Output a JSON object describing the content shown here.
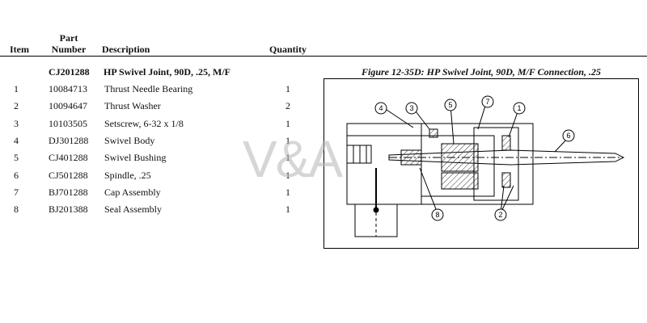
{
  "header": {
    "item": "Item",
    "part_line1": "Part",
    "part_line2": "Number",
    "description": "Description",
    "quantity": "Quantity"
  },
  "assembly": {
    "part_number": "CJ201288",
    "description": "HP Swivel Joint, 90D, .25, M/F"
  },
  "figure": {
    "caption": "Figure 12-35D:  HP Swivel Joint, 90D, M/F Connection, .25",
    "callouts": [
      "1",
      "2",
      "3",
      "4",
      "5",
      "6",
      "7",
      "8"
    ]
  },
  "parts": [
    {
      "item": "1",
      "part": "10084713",
      "desc": "Thrust Needle Bearing",
      "qty": "1"
    },
    {
      "item": "2",
      "part": "10094647",
      "desc": "Thrust Washer",
      "qty": "2"
    },
    {
      "item": "3",
      "part": "10103505",
      "desc": "Setscrew, 6-32 x 1/8",
      "qty": "1"
    },
    {
      "item": "4",
      "part": "DJ301288",
      "desc": "Swivel Body",
      "qty": "1"
    },
    {
      "item": "5",
      "part": "CJ401288",
      "desc": "Swivel Bushing",
      "qty": "1"
    },
    {
      "item": "6",
      "part": "CJ501288",
      "desc": "Spindle, .25",
      "qty": "1"
    },
    {
      "item": "7",
      "part": "BJ701288",
      "desc": "Cap Assembly",
      "qty": "1"
    },
    {
      "item": "8",
      "part": "BJ201388",
      "desc": "Seal Assembly",
      "qty": "1"
    }
  ],
  "watermark": "V&A"
}
